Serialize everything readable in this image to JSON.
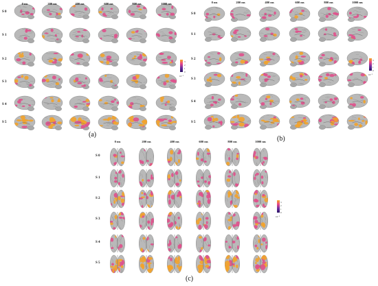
{
  "panels": [
    {
      "id": "a",
      "label": "(a)",
      "view": "lateral-left"
    },
    {
      "id": "b",
      "label": "(b)",
      "view": "lateral-right"
    },
    {
      "id": "c",
      "label": "(c)",
      "view": "top"
    }
  ],
  "columns": [
    "0 ms",
    "200 ms",
    "400 ms",
    "600 ms",
    "800 ms",
    "1000 ms"
  ],
  "rows": [
    "S 0",
    "S 1",
    "S 2",
    "S 3",
    "S 4",
    "S 5"
  ],
  "colorbar": {
    "ticks": [
      "3",
      "2",
      "1",
      "0"
    ],
    "unit": "10⁻⁵",
    "colors": [
      "#f5a623",
      "#e8458a",
      "#6b2fa0",
      "#2a1466"
    ]
  },
  "colors": {
    "brain": "#b9b9b9",
    "brain_edge": "#7a7a7a",
    "sulci": "#8f8f8f",
    "activation_low": "#e0508c",
    "activation_high": "#f3a32b"
  }
}
